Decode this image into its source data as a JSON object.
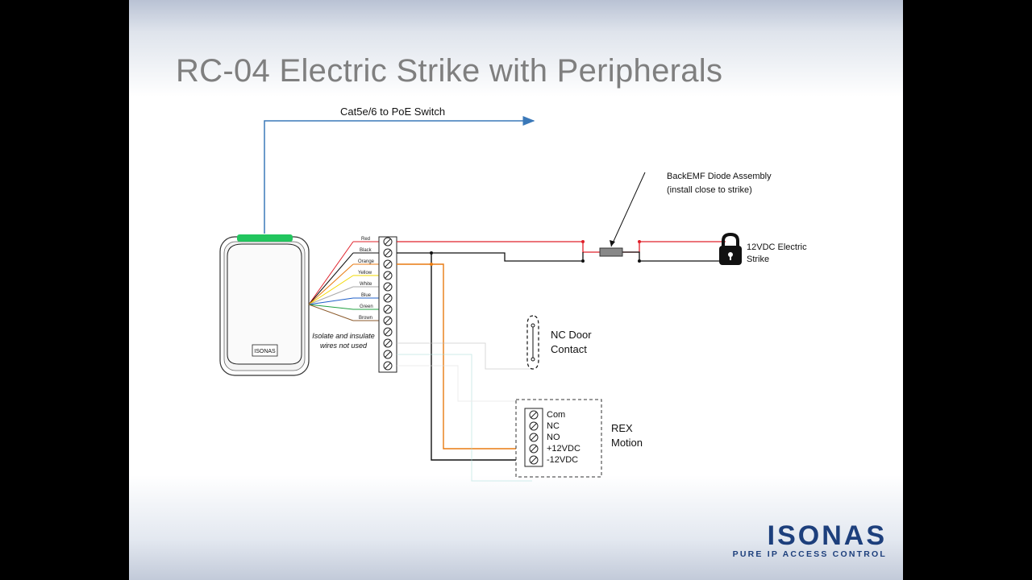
{
  "slide": {
    "title": "RC-04 Electric Strike with Peripherals"
  },
  "diagram": {
    "network_label": "Cat5e/6 to PoE Switch",
    "reader_brand": "ISONAS",
    "wire_labels": [
      "Red",
      "Black",
      "Orange",
      "Yellow",
      "White",
      "Blue",
      "Green",
      "Brown"
    ],
    "unused_note": [
      "Isolate and insulate",
      "wires not used"
    ],
    "diode_label": [
      "BackEMF Diode Assembly",
      "(install close to strike)"
    ],
    "strike_label": [
      "12VDC Electric",
      "Strike"
    ],
    "door_contact_label": [
      "NC Door",
      "Contact"
    ],
    "rex_terminals": [
      "Com",
      "NC",
      "NO",
      "+12VDC",
      "-12VDC"
    ],
    "rex_label": [
      "REX",
      "Motion"
    ],
    "colors": {
      "red": "#e0202a",
      "black": "#111111",
      "orange": "#e87a10",
      "yellow": "#f2d800",
      "white": "#c8c8c8",
      "blue": "#2060c8",
      "green": "#20a040",
      "brown": "#8b5a2b",
      "network": "#3a78b8",
      "green_led": "#22c55e"
    }
  },
  "logo": {
    "word": "ISONAS",
    "tagline": "PURE IP ACCESS CONTROL"
  }
}
